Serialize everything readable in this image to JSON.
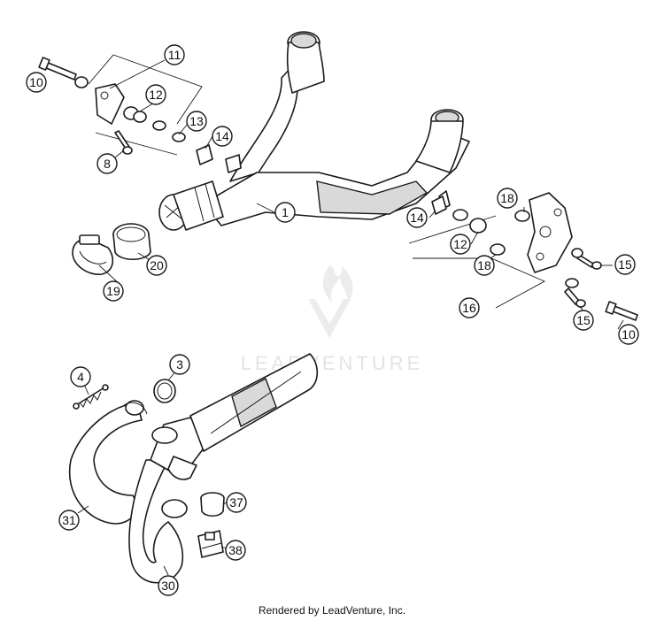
{
  "watermark": {
    "text": "LEADVENTURE"
  },
  "footer": {
    "credit": "Rendered by LeadVenture, Inc."
  },
  "callouts": {
    "c1": "1",
    "c3": "3",
    "c4": "4",
    "c8": "8",
    "c10a": "10",
    "c10b": "10",
    "c11": "11",
    "c12a": "12",
    "c12b": "12",
    "c13": "13",
    "c14a": "14",
    "c14b": "14",
    "c15a": "15",
    "c15b": "15",
    "c16": "16",
    "c18a": "18",
    "c18b": "18",
    "c19": "19",
    "c20": "20",
    "c30": "30",
    "c31": "31",
    "c37": "37",
    "c38": "38"
  }
}
